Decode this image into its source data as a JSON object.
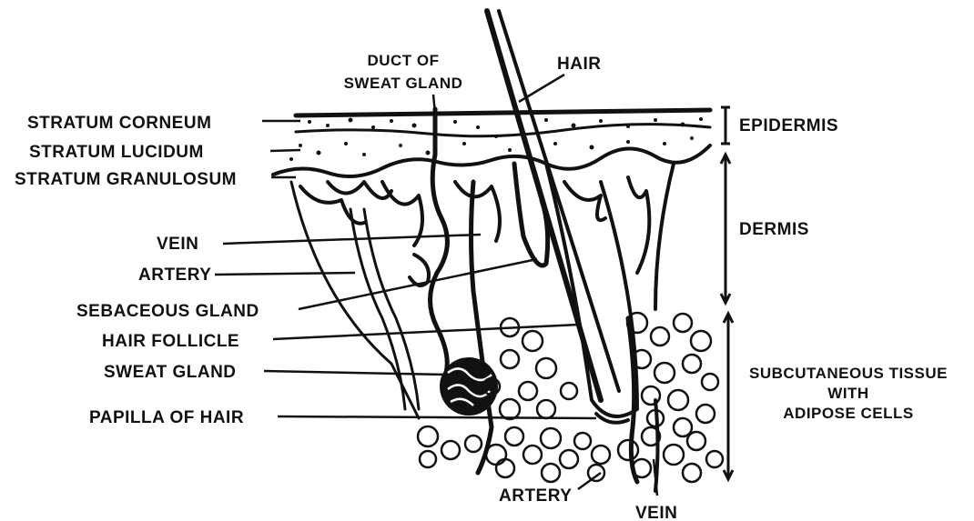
{
  "labels": {
    "duct_of_sweat_gland_line1": "DUCT OF",
    "duct_of_sweat_gland_line2": "SWEAT GLAND",
    "hair": "HAIR",
    "stratum_corneum": "STRATUM CORNEUM",
    "stratum_lucidum": "STRATUM LUCIDUM",
    "stratum_granulosum": "STRATUM GRANULOSUM",
    "epidermis": "EPIDERMIS",
    "dermis": "DERMIS",
    "vein": "VEIN",
    "artery": "ARTERY",
    "sebaceous_gland": "SEBACEOUS GLAND",
    "hair_follicle": "HAIR FOLLICLE",
    "sweat_gland": "SWEAT GLAND",
    "papilla_of_hair": "PAPILLA OF HAIR",
    "subcutaneous_line1": "SUBCUTANEOUS TISSUE",
    "subcutaneous_line2": "WITH",
    "subcutaneous_line3": "ADIPOSE CELLS",
    "artery_bottom": "ARTERY",
    "vein_bottom": "VEIN"
  },
  "colors": {
    "ink": "#111111",
    "background": "#ffffff"
  }
}
